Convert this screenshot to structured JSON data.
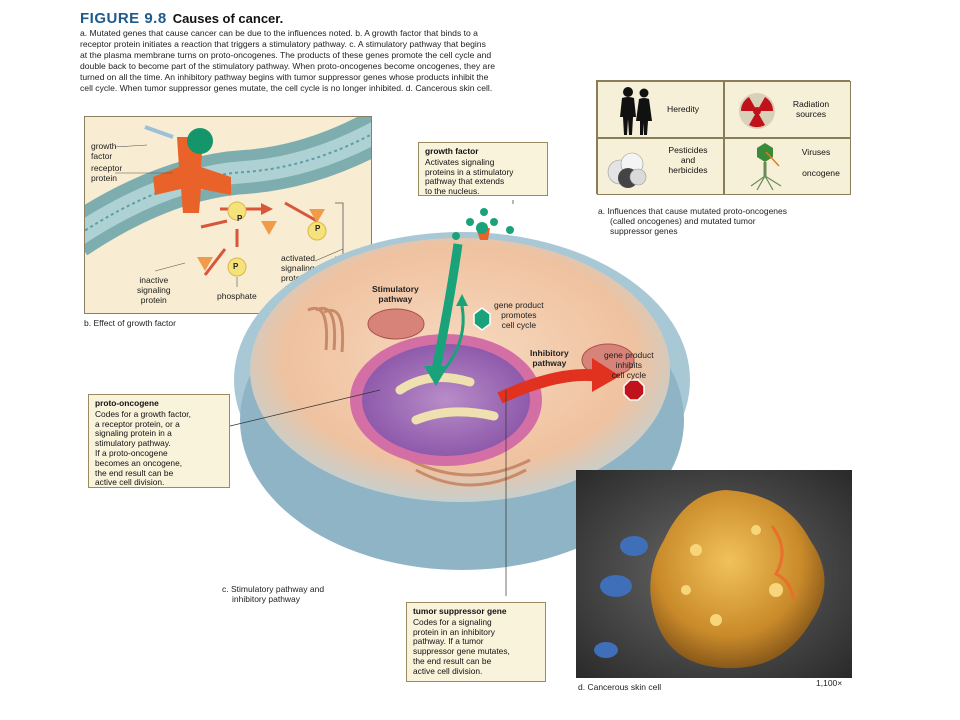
{
  "figure": {
    "number": "FIGURE 9.8",
    "title": "Causes of cancer.",
    "caption": [
      "a. Mutated genes that cause cancer can be due to the influences noted. b. A growth factor that binds to a",
      "receptor protein initiates a reaction that triggers a stimulatory pathway. c. A stimulatory pathway that begins",
      "at the plasma membrane turns on proto-oncogenes. The products of these genes promote the cell cycle and",
      "double back to become part of the stimulatory pathway. When proto-oncogenes become oncogenes, they are",
      "turned on all the time. An inhibitory pathway begins with tumor suppressor genes whose products inhibit the",
      "cell cycle. When tumor suppressor genes mutate, the cell cycle is no longer inhibited. d. Cancerous skin cell."
    ]
  },
  "panel_a": {
    "cells": {
      "heredity": "Heredity",
      "radiation": [
        "Radiation",
        "sources"
      ],
      "pesticides": [
        "Pesticides",
        "and",
        "herbicides"
      ],
      "viruses": "Viruses",
      "oncogene": "oncogene"
    },
    "caption": [
      "a. Influences that cause mutated proto-oncogenes",
      "(called oncogenes) and mutated tumor",
      "suppressor genes"
    ]
  },
  "panel_b": {
    "growth_factor": [
      "growth",
      "factor"
    ],
    "receptor_protein": [
      "receptor",
      "protein"
    ],
    "inactive_protein": [
      "inactive",
      "signaling",
      "protein"
    ],
    "phosphate": "phosphate",
    "activated_protein": [
      "activated",
      "signaling",
      "protein"
    ],
    "p_label": "P",
    "caption": "b. Effect of growth factor"
  },
  "panel_c": {
    "growth_factor_box": {
      "title": "growth factor",
      "lines": [
        "Activates signaling",
        "proteins in a stimulatory",
        "pathway that extends",
        "to the nucleus."
      ]
    },
    "stimulatory_pathway": [
      "Stimulatory",
      "pathway"
    ],
    "gene_product_promotes": [
      "gene product",
      "promotes",
      "cell cycle"
    ],
    "inhibitory_pathway": [
      "Inhibitory",
      "pathway"
    ],
    "gene_product_inhibits": [
      "gene product",
      "inhibits",
      "cell cycle"
    ],
    "proto_oncogene_box": {
      "title": "proto-oncogene",
      "lines": [
        "Codes for a growth factor,",
        "a receptor protein, or a",
        "signaling protein in a",
        "stimulatory pathway.",
        "If a proto-oncogene",
        "becomes an oncogene,",
        "the end result can be",
        "active cell division."
      ]
    },
    "tumor_suppressor_box": {
      "title": "tumor suppressor gene",
      "lines": [
        "Codes for a signaling",
        "protein in an inhibitory",
        "pathway. If a tumor",
        "suppressor gene mutates,",
        "the end result can be",
        "active cell division."
      ]
    },
    "caption": [
      "c. Stimulatory pathway and",
      "inhibitory pathway"
    ]
  },
  "panel_d": {
    "caption": "d. Cancerous skin cell",
    "magnification": "1,100×"
  },
  "colors": {
    "title_blue": "#1f5a8c",
    "callout_bg": "#faf3dc",
    "stim_green": "#1aa37a",
    "inhib_red": "#e0321e",
    "receptor_orange": "#e8622a",
    "membrane_teal": "#7fb6b8"
  }
}
